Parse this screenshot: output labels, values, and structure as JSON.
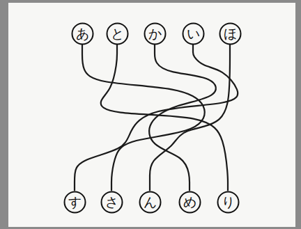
{
  "diagram": {
    "nodes": [
      {
        "text": [
          "あ"
        ]
      },
      {
        "text": [
          "と"
        ]
      },
      {
        "text": [
          "か"
        ]
      },
      {
        "text": [
          "い"
        ]
      },
      {
        "text": [
          "ほ"
        ]
      },
      {
        "text": [
          "す"
        ]
      },
      {
        "text": [
          "さ"
        ]
      },
      {
        "text": [
          "ん"
        ]
      },
      {
        "text": [
          "め"
        ]
      },
      {
        "text": [
          "り"
        ]
      }
    ],
    "edges": [
      {
        "from": 0,
        "to": 6,
        "arrow": "none"
      },
      {
        "from": 1,
        "to": 9,
        "arrow": "none"
      },
      {
        "from": 2,
        "to": 8,
        "arrow": "none"
      },
      {
        "from": 3,
        "to": 5,
        "arrow": "none"
      },
      {
        "from": 4,
        "to": 7,
        "arrow": "none"
      }
    ]
  }
}
